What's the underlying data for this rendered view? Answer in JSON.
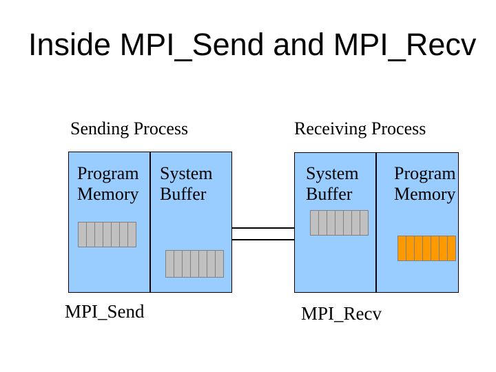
{
  "title": "Inside MPI_Send and MPI_Recv",
  "sending": {
    "heading": "Sending Process",
    "program_memory_label": "Program\nMemory",
    "system_buffer_label": "System\nBuffer",
    "caption": "MPI_Send",
    "program_memory_blocks": 7,
    "system_buffer_blocks": 7
  },
  "receiving": {
    "heading": "Receiving Process",
    "system_buffer_label": "System\nBuffer",
    "program_memory_label": "Program\nMemory",
    "caption": "MPI_Recv",
    "system_buffer_blocks": 7,
    "program_memory_blocks": 7
  },
  "colors": {
    "slide_background": "#ffffff",
    "process_box_fill": "#99ccff",
    "process_box_border": "#000000",
    "memory_block_gray_fill": "#c0c0c0",
    "memory_block_orange_fill": "#ff9900",
    "memory_block_border": "#808080",
    "connector_line": "#000000",
    "text": "#000000"
  }
}
